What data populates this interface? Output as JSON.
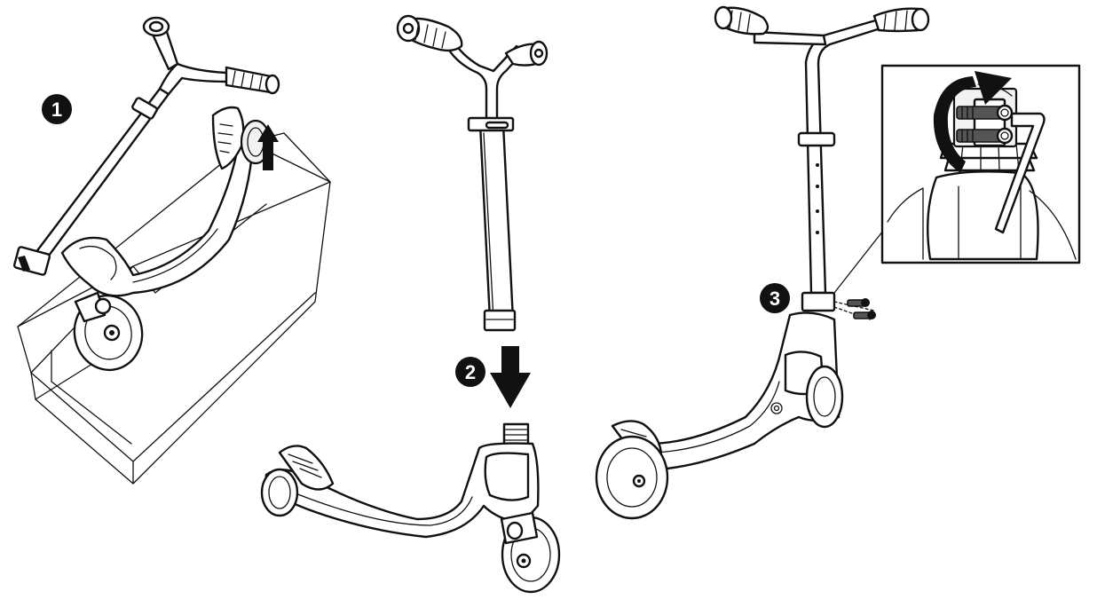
{
  "steps": [
    {
      "number": "1",
      "action": "unfold-handlebar-from-box"
    },
    {
      "number": "2",
      "action": "insert-stem-into-fork"
    },
    {
      "number": "3",
      "action": "tighten-bolts-with-hex-key"
    }
  ],
  "icons": {
    "arrow_up": "arrow-up-icon",
    "arrow_down": "arrow-down-icon",
    "rotate": "rotate-arrow-icon",
    "hex_key": "hex-key-icon"
  },
  "colors": {
    "line": "#111111",
    "fill": "#ffffff",
    "badge": "#111111"
  }
}
